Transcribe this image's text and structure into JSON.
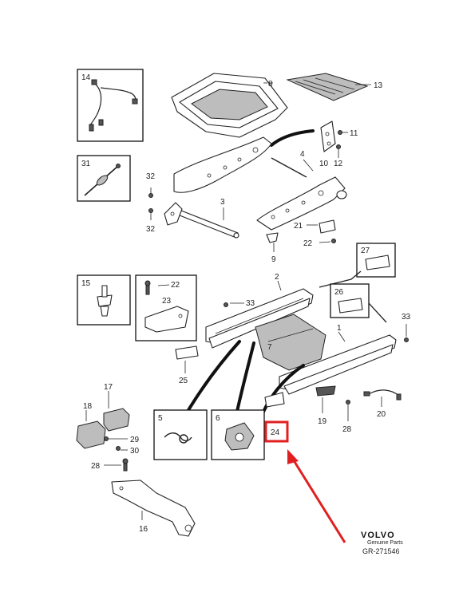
{
  "callouts": {
    "p1": "1",
    "p2": "2",
    "p3": "3",
    "p4": "4",
    "p5": "5",
    "p6": "6",
    "p7": "7",
    "p8": "8",
    "p9": "9",
    "p10": "10",
    "p11": "11",
    "p12": "12",
    "p13": "13",
    "p14": "14",
    "p15": "15",
    "p16": "16",
    "p17": "17",
    "p18": "18",
    "p19": "19",
    "p20": "20",
    "p21": "21",
    "p22a": "22",
    "p22b": "22",
    "p23": "23",
    "p24": "24",
    "p25": "25",
    "p26": "26",
    "p27": "27",
    "p28a": "28",
    "p28b": "28",
    "p29": "29",
    "p30": "30",
    "p31": "31",
    "p32a": "32",
    "p32b": "32",
    "p33a": "33",
    "p33b": "33"
  },
  "brand": {
    "name": "VOLVO",
    "tagline": "Genuine Parts",
    "ref": "GR-271546"
  },
  "highlight": {
    "color": "#e02020",
    "target": "24"
  }
}
